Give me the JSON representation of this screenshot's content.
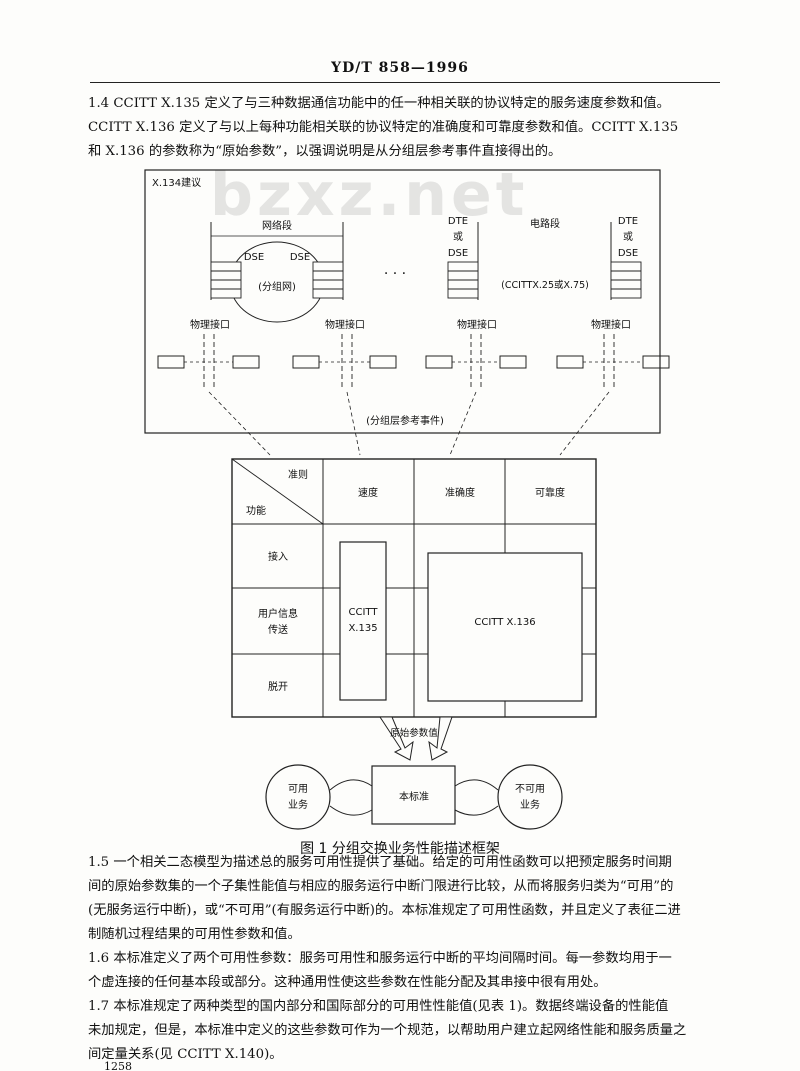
{
  "header": {
    "title": "YD/T 858—1996"
  },
  "watermark": "bzxz.net",
  "paragraphs": {
    "p14": [
      "1.4  CCITT X.135 定义了与三种数据通信功能中的任一种相关联的协议特定的服务速度参数和值。",
      "CCITT X.136 定义了与以上每种功能相关联的协议特定的准确度和可靠度参数和值。CCITT X.135",
      "和 X.136 的参数称为“原始参数”，以强调说明是从分组层参考事件直接得出的。"
    ],
    "p15": [
      "1.5  一个相关二态模型为描述总的服务可用性提供了基础。给定的可用性函数可以把预定服务时间期",
      "间的原始参数集的一个子集性能值与相应的服务运行中断门限进行比较，从而将服务归类为“可用”的",
      "(无服务运行中断)，或“不可用”(有服务运行中断)的。本标准规定了可用性函数，并且定义了表征二进",
      "制随机过程结果的可用性参数和值。"
    ],
    "p16": [
      "1.6  本标准定义了两个可用性参数：服务可用性和服务运行中断的平均间隔时间。每一参数均用于一",
      "个虚连接的任何基本段或部分。这种通用性使这些参数在性能分配及其串接中很有用处。"
    ],
    "p17": [
      "1.7  本标准规定了两种类型的国内部分和国际部分的可用性性能值(见表 1)。数据终端设备的性能值",
      "未加规定，但是，本标准中定义的这些参数可作为一个规范，以帮助用户建立起网络性能和服务质量之",
      "间定量关系(见 CCITT X.140)。"
    ]
  },
  "figure": {
    "top_box_title": "X.134建议",
    "network_section": "网络段",
    "dse_left": "DSE",
    "dse_right": "DSE",
    "packet_network": "(分组网)",
    "ellipsis": "· · ·",
    "dte_left": [
      "DTE",
      "或",
      "DSE"
    ],
    "circuit_section": "电路段",
    "dte_right": [
      "DTE",
      "或",
      "DSE"
    ],
    "circuit_protocol": "(CCITTX.25或X.75)",
    "physical_interface": "物理接口",
    "packet_ref_events": "(分组层参考事件)",
    "table_corner_criteria": "准则",
    "table_corner_function": "功能",
    "criteria_headers": [
      "速度",
      "准确度",
      "可靠度"
    ],
    "function_rows": [
      "接入",
      "用户信息\n传送",
      "脱开"
    ],
    "x135_label": [
      "CCITT",
      "X.135"
    ],
    "x136_label": "CCITT X.136",
    "raw_params": "原始参数值",
    "available_service": [
      "可用",
      "业务"
    ],
    "this_standard": "本标准",
    "unavailable_service": [
      "不可用",
      "业务"
    ]
  },
  "figure_caption": "图 1   分组交换业务性能描述框架",
  "page_number": "1258"
}
